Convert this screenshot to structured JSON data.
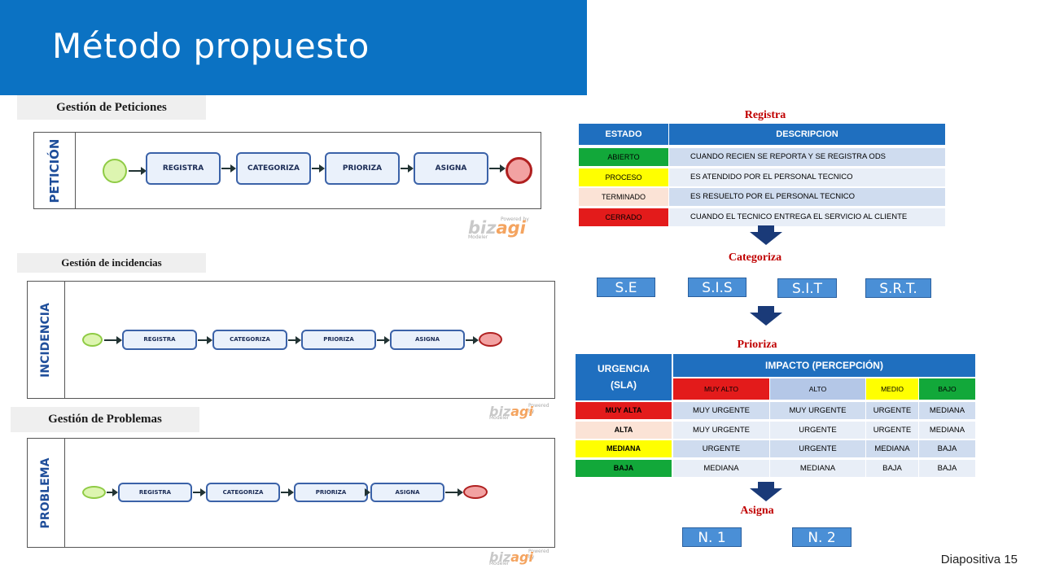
{
  "slide": {
    "title": "Método propuesto",
    "footer": "Diapositiva 15",
    "colors": {
      "title_bar": "#0b72c3",
      "flow_label": "#c00000",
      "category_box": "#4a8fd6",
      "arrow": "#1a3a78"
    }
  },
  "left": {
    "sections": [
      {
        "label": "Gestión de Peticiones",
        "lane": "PETICIÓN",
        "tasks": [
          "REGISTRA",
          "CATEGORIZA",
          "PRIORIZA",
          "ASIGNA"
        ]
      },
      {
        "label": "Gestión de incidencias",
        "lane": "INCIDENCIA",
        "tasks": [
          "REGISTRA",
          "CATEGORIZA",
          "PRIORIZA",
          "ASIGNA"
        ]
      },
      {
        "label": "Gestión de Problemas",
        "lane": "PROBLEMA",
        "tasks": [
          "REGISTRA",
          "CATEGORIZA",
          "PRIORIZA",
          "ASIGNA"
        ]
      }
    ],
    "logo": {
      "powered": "Powered by",
      "name_a": "biz",
      "name_b": "agi",
      "sub": "Modeler"
    }
  },
  "right": {
    "registra": {
      "label": "Registra",
      "headers": [
        "ESTADO",
        "DESCRIPCION"
      ],
      "rows": [
        {
          "estado": "ABIERTO",
          "color": "#12a83a",
          "descripcion": "CUANDO RECIEN SE REPORTA Y SE REGISTRA ODS"
        },
        {
          "estado": "PROCESO",
          "color": "#ffff00",
          "descripcion": "ES ATENDIDO POR EL PERSONAL TECNICO"
        },
        {
          "estado": "TERMINADO",
          "color": "#fbe3d6",
          "descripcion": "ES RESUELTO POR EL PERSONAL TECNICO"
        },
        {
          "estado": "CERRADO",
          "color": "#e31b1b",
          "descripcion": "CUANDO EL TECNICO ENTREGA  EL SERVICIO  AL CLIENTE"
        }
      ]
    },
    "categoriza": {
      "label": "Categoriza",
      "boxes": [
        "S.E",
        "S.I.S",
        "S.I.T",
        "S.R.T."
      ]
    },
    "prioriza": {
      "label": "Prioriza",
      "corner_a": "URGENCIA",
      "corner_b": "(SLA)",
      "impact_header": "IMPACTO (PERCEPCIÓN)",
      "columns": [
        {
          "label": "MUY ALTO",
          "color": "#e31b1b"
        },
        {
          "label": "ALTO",
          "color": "#b4c7e7"
        },
        {
          "label": "MEDIO",
          "color": "#ffff00"
        },
        {
          "label": "BAJO",
          "color": "#12a83a"
        }
      ],
      "rows": [
        {
          "label": "MUY ALTA",
          "color": "#e31b1b",
          "cells": [
            "MUY URGENTE",
            "MUY URGENTE",
            "URGENTE",
            "MEDIANA"
          ]
        },
        {
          "label": "ALTA",
          "color": "#fbe3d6",
          "cells": [
            "MUY URGENTE",
            "URGENTE",
            "URGENTE",
            "MEDIANA"
          ]
        },
        {
          "label": "MEDIANA",
          "color": "#ffff00",
          "cells": [
            "URGENTE",
            "URGENTE",
            "MEDIANA",
            "BAJA"
          ]
        },
        {
          "label": "BAJA",
          "color": "#12a83a",
          "cells": [
            "MEDIANA",
            "MEDIANA",
            "BAJA",
            "BAJA"
          ]
        }
      ]
    },
    "asigna": {
      "label": "Asigna",
      "boxes": [
        "N. 1",
        "N. 2"
      ]
    }
  }
}
